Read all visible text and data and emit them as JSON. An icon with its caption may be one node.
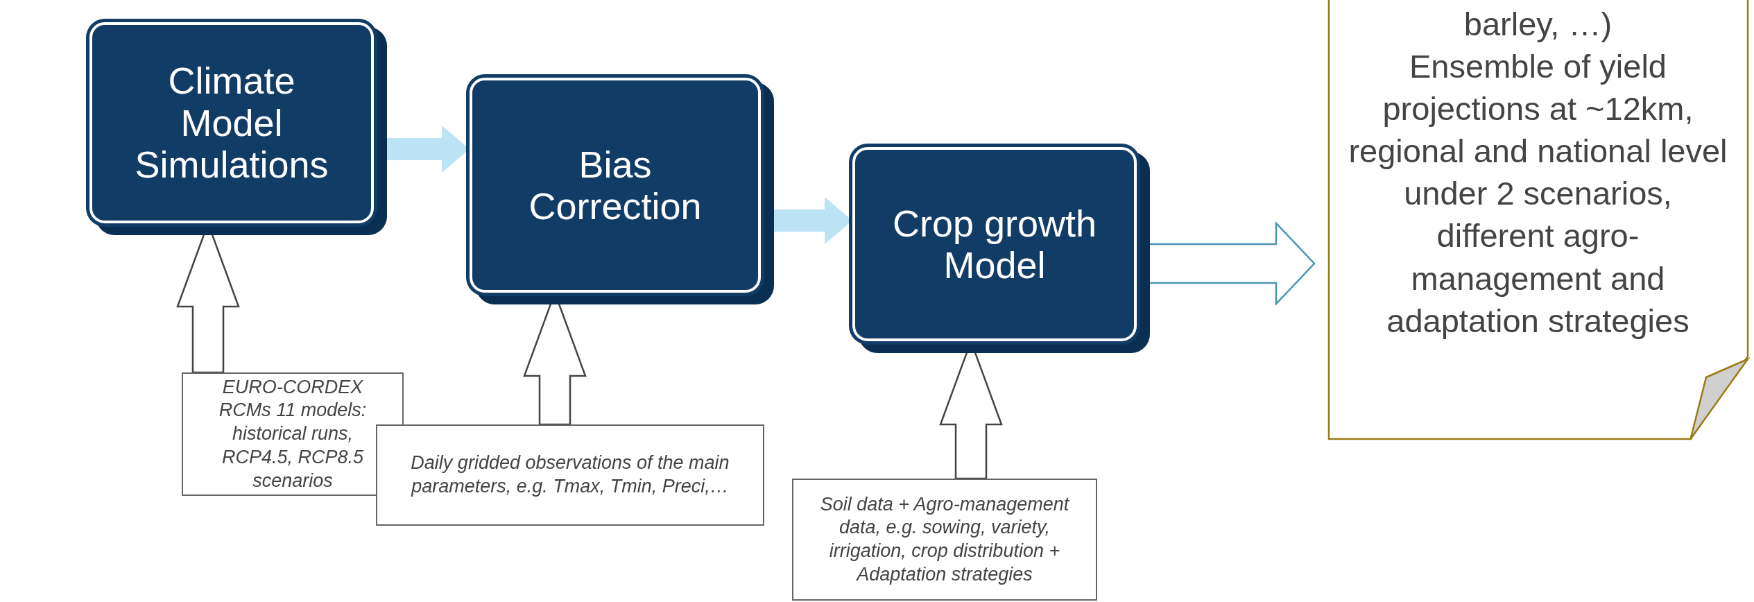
{
  "diagram": {
    "nodes": [
      {
        "text": [
          "Climate Model Simulations"
        ]
      },
      {
        "text": [
          "Bias Correction"
        ]
      },
      {
        "text": [
          "Crop growth Model"
        ]
      },
      {
        "text": [
          "barley, …)",
          "Ensemble of yield projections at ~12km, regional and national level under 2 scenarios, different agro-management and adaptation strategies"
        ]
      },
      {
        "text": [
          "EURO-CORDEX RCMs 11 models: historical runs, RCP4.5, RCP8.5 scenarios"
        ]
      },
      {
        "text": [
          "Daily gridded observations of the main parameters, e.g. Tmax, Tmin, Preci,…"
        ]
      },
      {
        "text": [
          "Soil data + Agro-management data, e.g. sowing, variety, irrigation, crop distribution + Adaptation strategies"
        ]
      }
    ],
    "edges": [
      {
        "from": 0,
        "to": 1,
        "arrow": "to",
        "style": "thick",
        "color": "#bde3f7"
      },
      {
        "from": 1,
        "to": 2,
        "arrow": "to",
        "style": "thick",
        "color": "#bde3f7"
      },
      {
        "from": 2,
        "to": 3,
        "arrow": "to",
        "color": "#4a95b5"
      },
      {
        "from": 4,
        "to": 0,
        "arrow": "to"
      },
      {
        "from": 5,
        "to": 1,
        "arrow": "to"
      },
      {
        "from": 6,
        "to": 2,
        "arrow": "to"
      }
    ]
  }
}
